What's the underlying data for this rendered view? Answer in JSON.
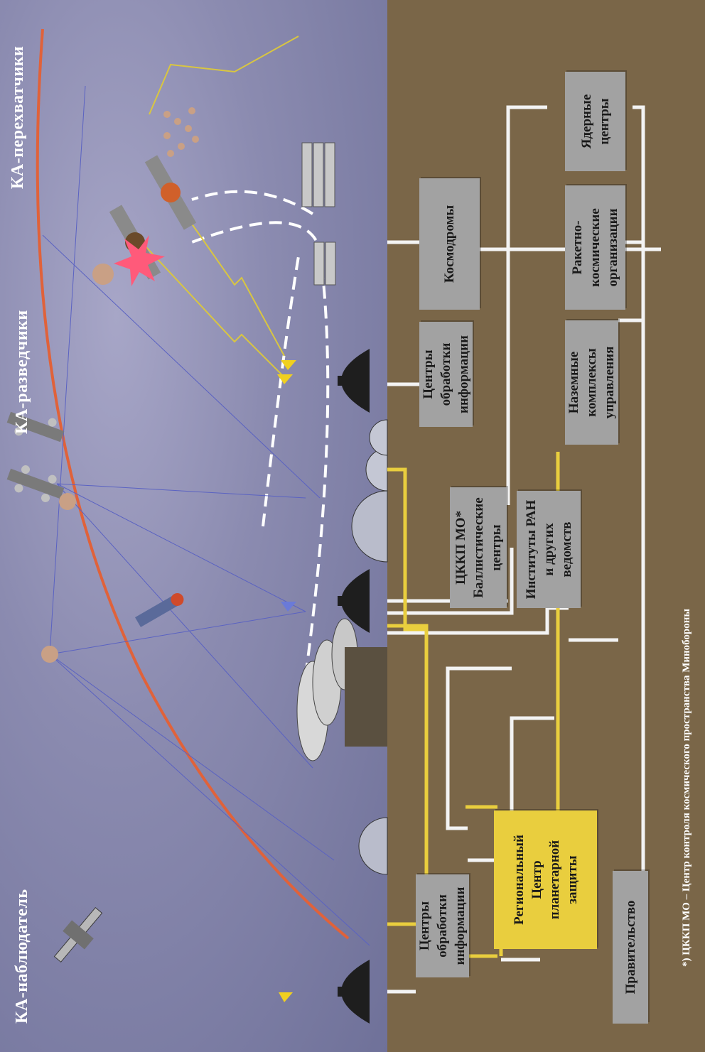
{
  "labels": {
    "observer": "КА-наблюдатель",
    "scouts": "КА-разведчики",
    "interceptors": "КА-перехватчики"
  },
  "boxes": {
    "processing_left": "Центры\nобработки\nинформации",
    "regional_center": "Региональный\nЦентр\nпланетарной\nзащиты",
    "government": "Правительство",
    "tskkp": "ЦККП МО*\nБаллистические\nцентры",
    "institutes": "Институты РАН\nи других\nведомств",
    "processing_right": "Центры\nобработки\nинформации",
    "ground_control": "Наземные\nкомплексы\nуправления",
    "cosmodromes": "Космодромы",
    "rocket_orgs": "Ракетно-\nкосмические\nорганизации",
    "nuclear": "Ядерные\nцентры"
  },
  "footnote": "*) ЦККП МО – Центр контроля космического пространства Минобороны",
  "colors": {
    "sky": "#8b8bb0",
    "ground": "#7a6648",
    "box": "#a2a2a2",
    "highlight": "#e9ce3e",
    "orbit": "#e0623a",
    "link_white": "#ffffff",
    "link_yellow": "#e9ce3e"
  },
  "icons": [
    "satellite-icon",
    "antenna-dish-icon",
    "observatory-dome-icon",
    "rocket-icon",
    "explosion-icon",
    "asteroid-icon"
  ]
}
